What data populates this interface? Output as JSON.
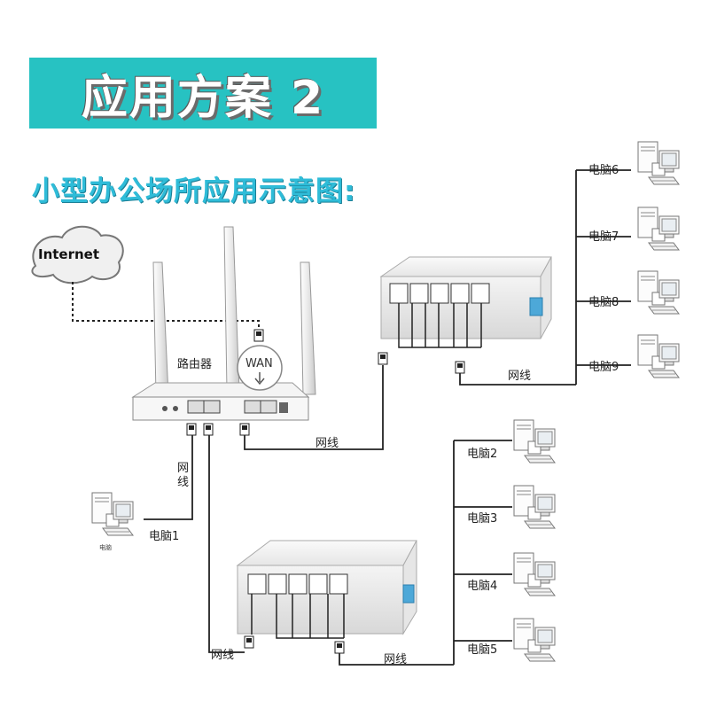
{
  "header": {
    "banner_title": "应用方案 2",
    "subtitle": "小型办公场所应用示意图:"
  },
  "labels": {
    "internet": "Internet",
    "router": "路由器",
    "wan": "WAN",
    "cable_vertical": "网线",
    "cable": "网线",
    "small_caption": "电脑"
  },
  "computers": [
    {
      "id": "pc1",
      "label": "电脑1"
    },
    {
      "id": "pc2",
      "label": "电脑2"
    },
    {
      "id": "pc3",
      "label": "电脑3"
    },
    {
      "id": "pc4",
      "label": "电脑4"
    },
    {
      "id": "pc5",
      "label": "电脑5"
    },
    {
      "id": "pc6",
      "label": "电脑6"
    },
    {
      "id": "pc7",
      "label": "电脑7"
    },
    {
      "id": "pc8",
      "label": "电脑8"
    },
    {
      "id": "pc9",
      "label": "电脑9"
    }
  ],
  "colors": {
    "banner": "#27c2c2",
    "subtitle": "#2fbcd8",
    "port_jack": "#4da8d8",
    "line": "#222222"
  }
}
